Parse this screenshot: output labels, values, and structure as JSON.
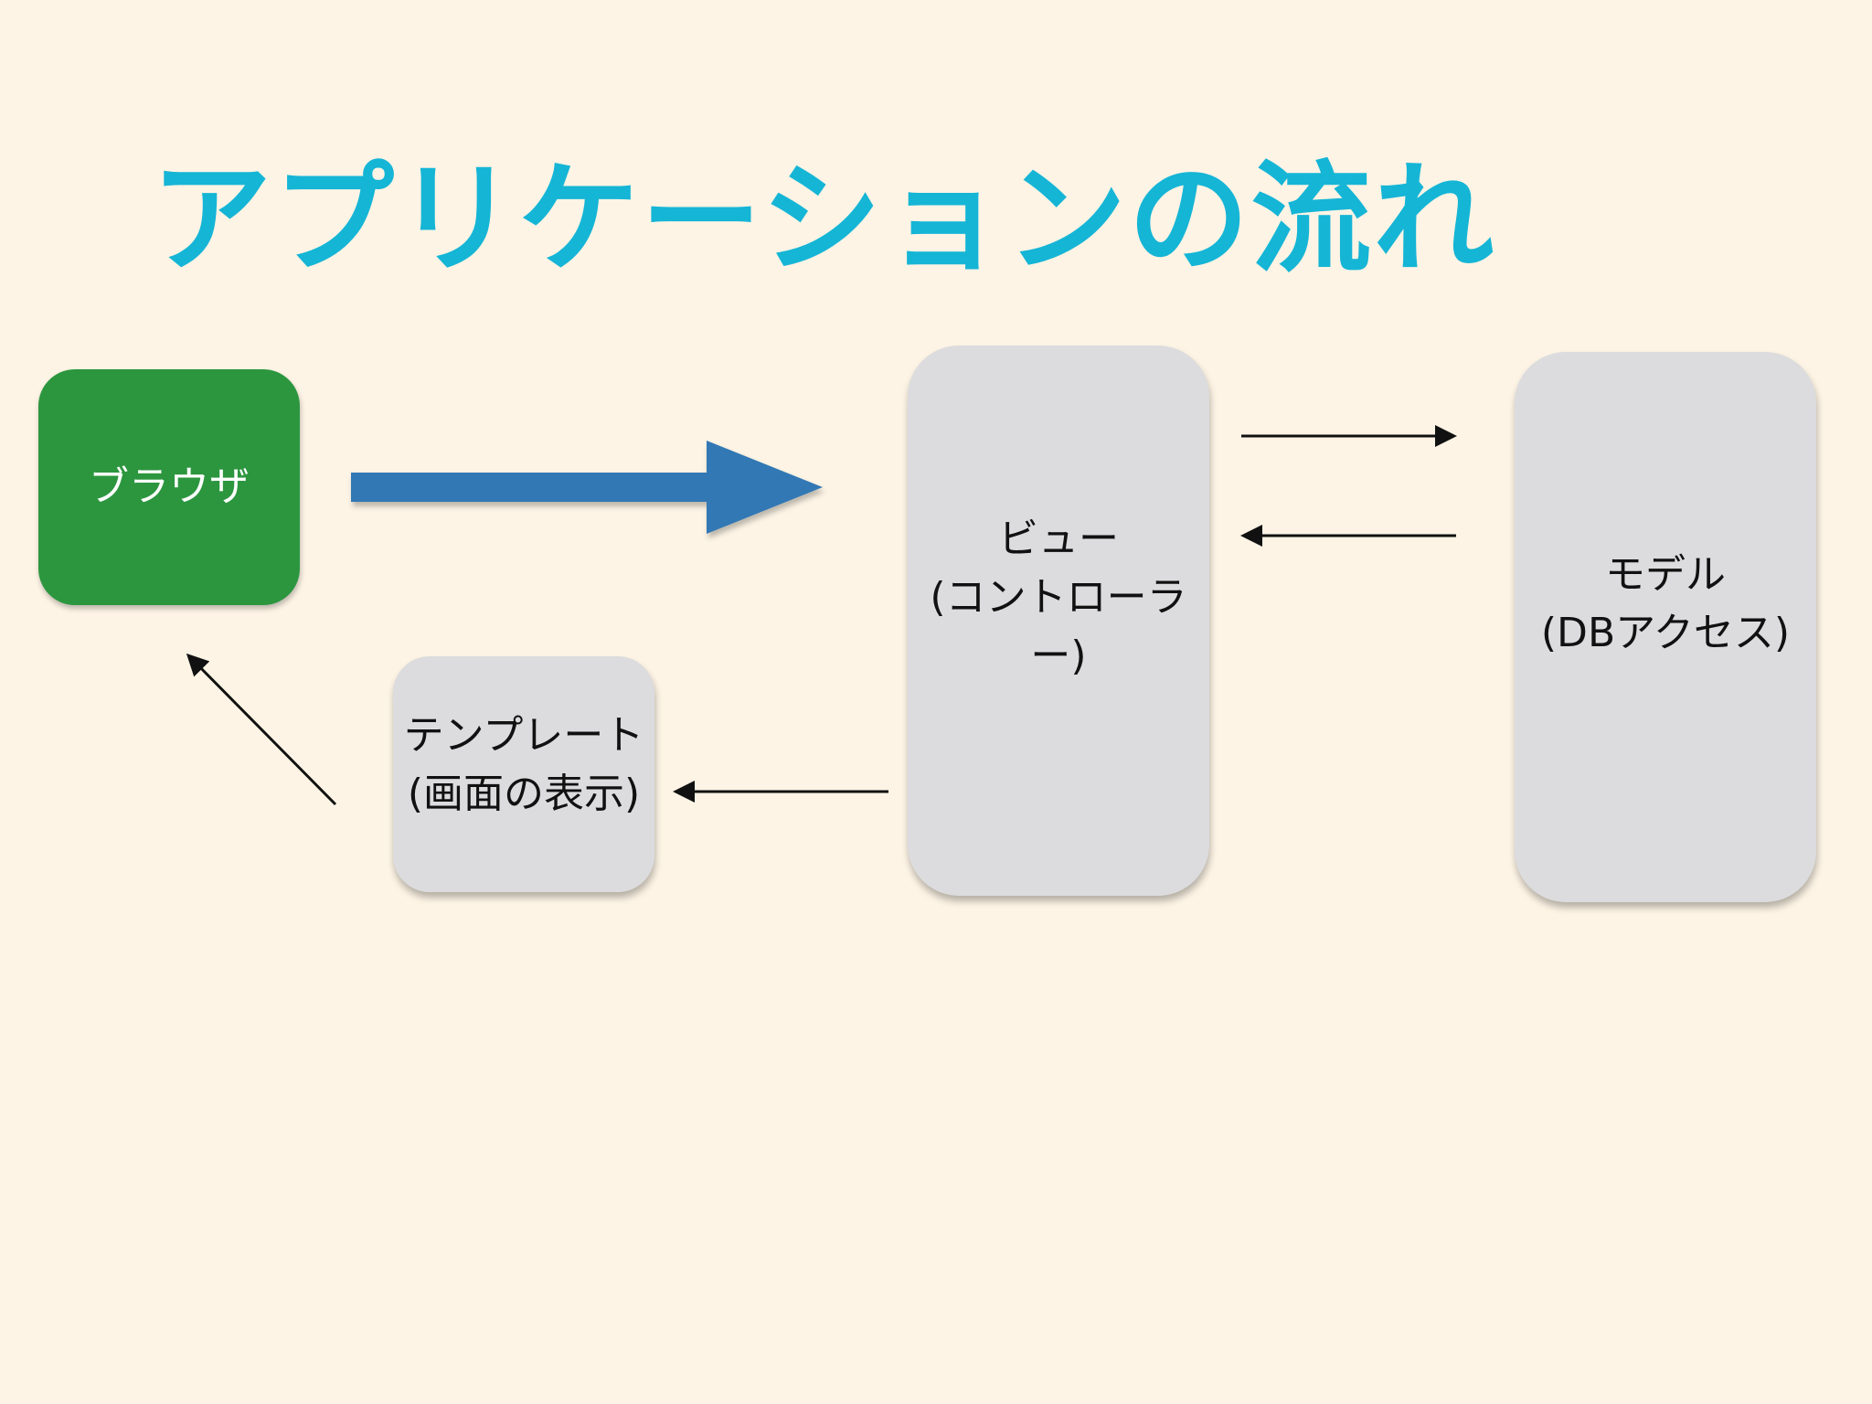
{
  "title": "アプリケーションの流れ",
  "nodes": {
    "browser": "ブラウザ",
    "view": "ビュー\n(コントローラー)",
    "model": "モデル\n(DBアクセス)",
    "template": "テンプレート\n(画面の表示)"
  },
  "colors": {
    "background": "#fdf4e5",
    "title": "#15b5d6",
    "browser_box": "#2c963f",
    "node_box": "#dcdcde",
    "main_arrow": "#3078b4",
    "connector": "#111111"
  },
  "edges": [
    {
      "from": "browser",
      "to": "view",
      "style": "thick-arrow"
    },
    {
      "from": "view",
      "to": "model",
      "style": "thin-arrow"
    },
    {
      "from": "model",
      "to": "view",
      "style": "thin-arrow"
    },
    {
      "from": "view",
      "to": "template",
      "style": "thin-arrow"
    },
    {
      "from": "template",
      "to": "browser",
      "style": "thin-arrow"
    }
  ]
}
